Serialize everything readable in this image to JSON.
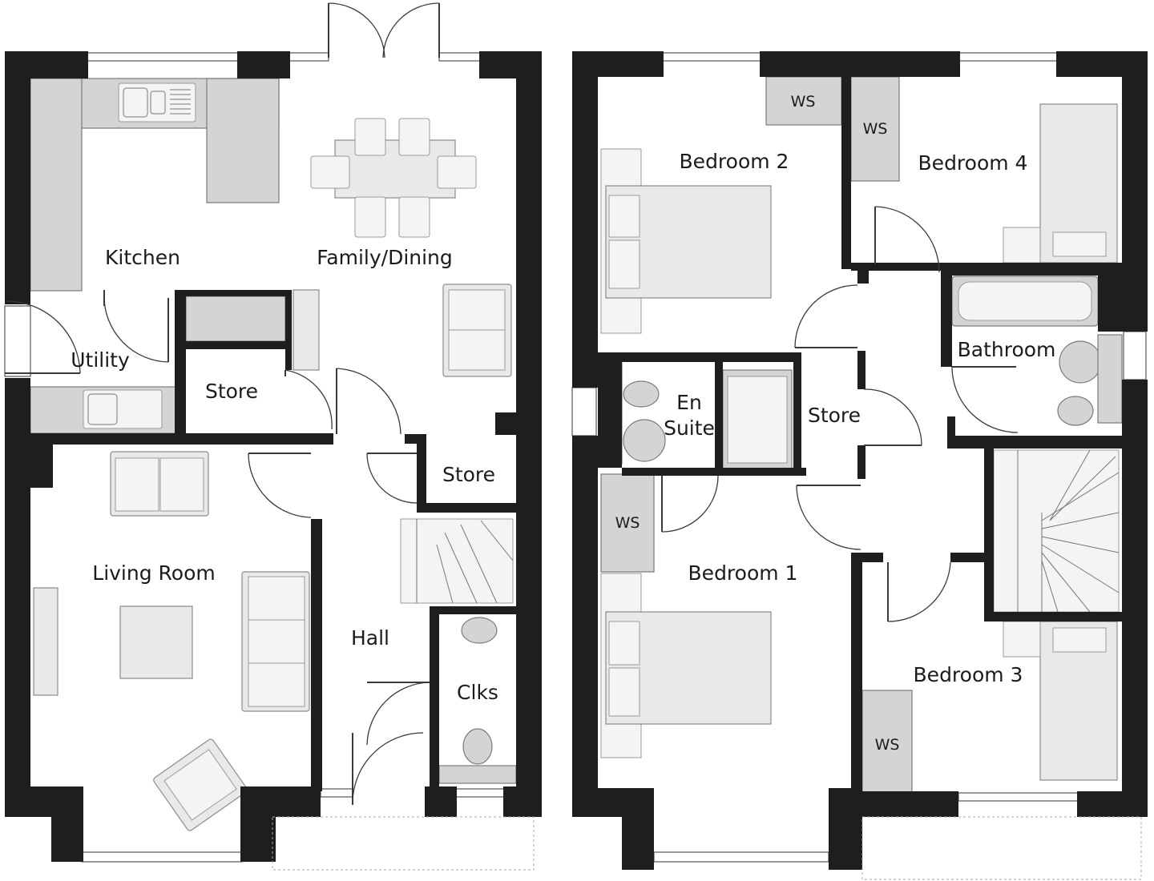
{
  "ground_floor": {
    "rooms": {
      "kitchen": "Kitchen",
      "family_dining": "Family/Dining",
      "utility": "Utility",
      "store_1": "Store",
      "store_2": "Store",
      "living_room": "Living Room",
      "hall": "Hall",
      "clks": "Clks"
    }
  },
  "first_floor": {
    "rooms": {
      "bedroom_1": "Bedroom 1",
      "bedroom_2": "Bedroom 2",
      "bedroom_3": "Bedroom 3",
      "bedroom_4": "Bedroom 4",
      "bathroom": "Bathroom",
      "en_suite_line1": "En",
      "en_suite_line2": "Suite",
      "store": "Store"
    },
    "wardrobe_label": "WS"
  },
  "colors": {
    "wall": "#1e1e1f",
    "fixture": "#d4d4d4",
    "furniture": "#e9e9e9"
  }
}
